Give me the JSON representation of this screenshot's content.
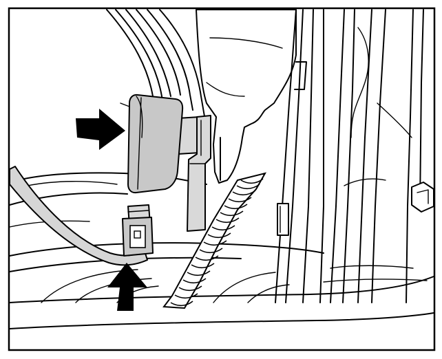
{
  "figure": {
    "style": "black-and-white technical line drawing",
    "colors": {
      "line": "#000000",
      "background": "#ffffff",
      "highlight_fill": "#c8c8c8"
    },
    "callouts": [
      {
        "icon": "arrow-right-icon",
        "target": "sensor-body"
      },
      {
        "icon": "arrow-up-icon",
        "target": "wiring-connector"
      }
    ]
  }
}
